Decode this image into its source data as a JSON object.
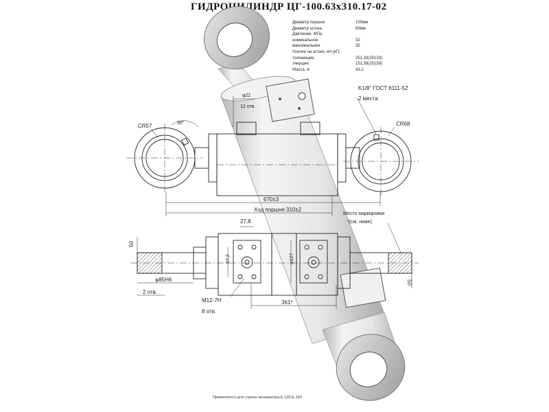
{
  "title": "ГИДРОЦИЛИНДР ЦГ-100.63х310.17-02",
  "specs": [
    {
      "label": "Диаметр поршня",
      "value": "100мм"
    },
    {
      "label": "Диаметр штока",
      "value": "63мм"
    },
    {
      "label": "Давление, МПа",
      "value": ""
    },
    {
      "label": "номинальное",
      "value": "32"
    },
    {
      "label": "максимальное",
      "value": "35"
    },
    {
      "label": "Усилие на штоке, кН (кГ)",
      "value": ""
    },
    {
      "label": "толкающее",
      "value": "251,33(25133)"
    },
    {
      "label": "тянущее",
      "value": "151,58(15158)"
    },
    {
      "label": "Масса, кг",
      "value": "43,2"
    }
  ],
  "dims": {
    "phi22": "φ22",
    "two_holes_12": "12 отв.",
    "angle30": "30°",
    "cr57": "СR57",
    "cr68": "СR68",
    "thread": "K1/8\" ГОСТ 6111-52",
    "two_places": "2 места",
    "len670": "670±3",
    "stroke": "Ход поршня 310±2",
    "marking": "Место маркировки",
    "see_below": "*(см. ниже)",
    "d278": "27,8",
    "d572": "57,2",
    "d127": "φ127",
    "d50a": "50",
    "d50b": "50",
    "d85": "φ85Н6",
    "two_holes_b": "2 отв.",
    "m12": "М12-7Н",
    "eight_holes": "8 отв.",
    "d361": "361*"
  },
  "footer": "Применяется для стрелы экскаватора Е-130,Е-160"
}
